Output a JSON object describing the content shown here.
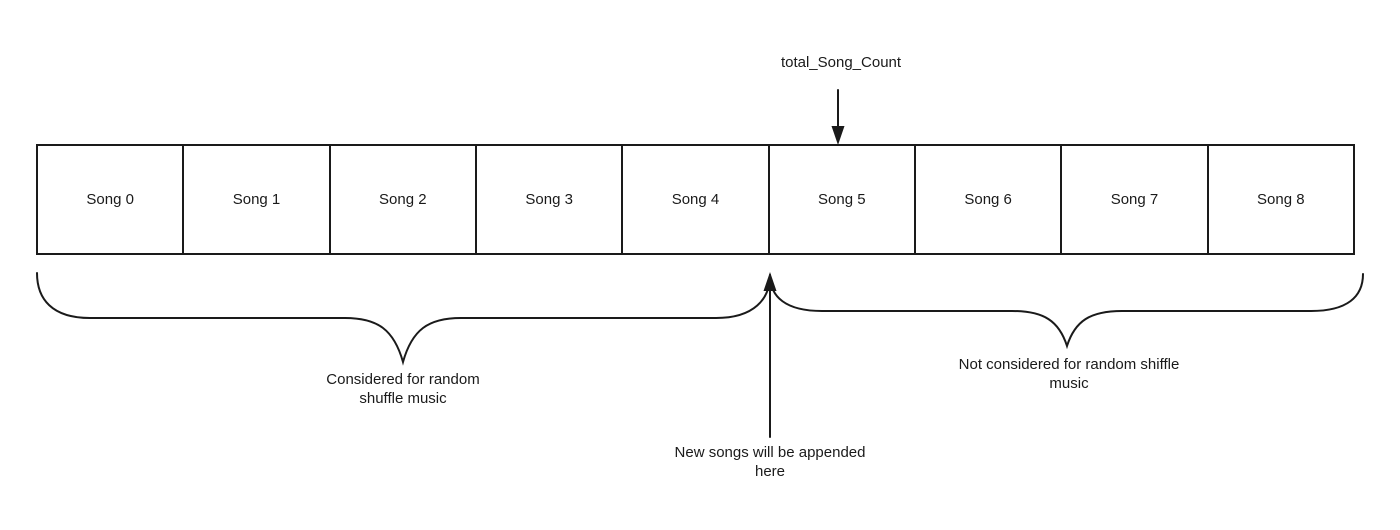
{
  "colors": {
    "line": "#1a1a1a",
    "text": "#1a1a1a",
    "background": "#ffffff",
    "box_fill": "#ffffff"
  },
  "diagram": {
    "pointer_label": "total_Song_Count",
    "songs": [
      "Song 0",
      "Song 1",
      "Song 2",
      "Song 3",
      "Song 4",
      "Song 5",
      "Song 6",
      "Song 7",
      "Song 8"
    ],
    "annotations": {
      "considered": {
        "line1": "Considered for random",
        "line2": "shuffle music"
      },
      "not_considered": {
        "line1": "Not considered for random shiffle",
        "line2": "music"
      },
      "appended": {
        "line1": "New songs will be appended",
        "line2": "here"
      }
    }
  }
}
